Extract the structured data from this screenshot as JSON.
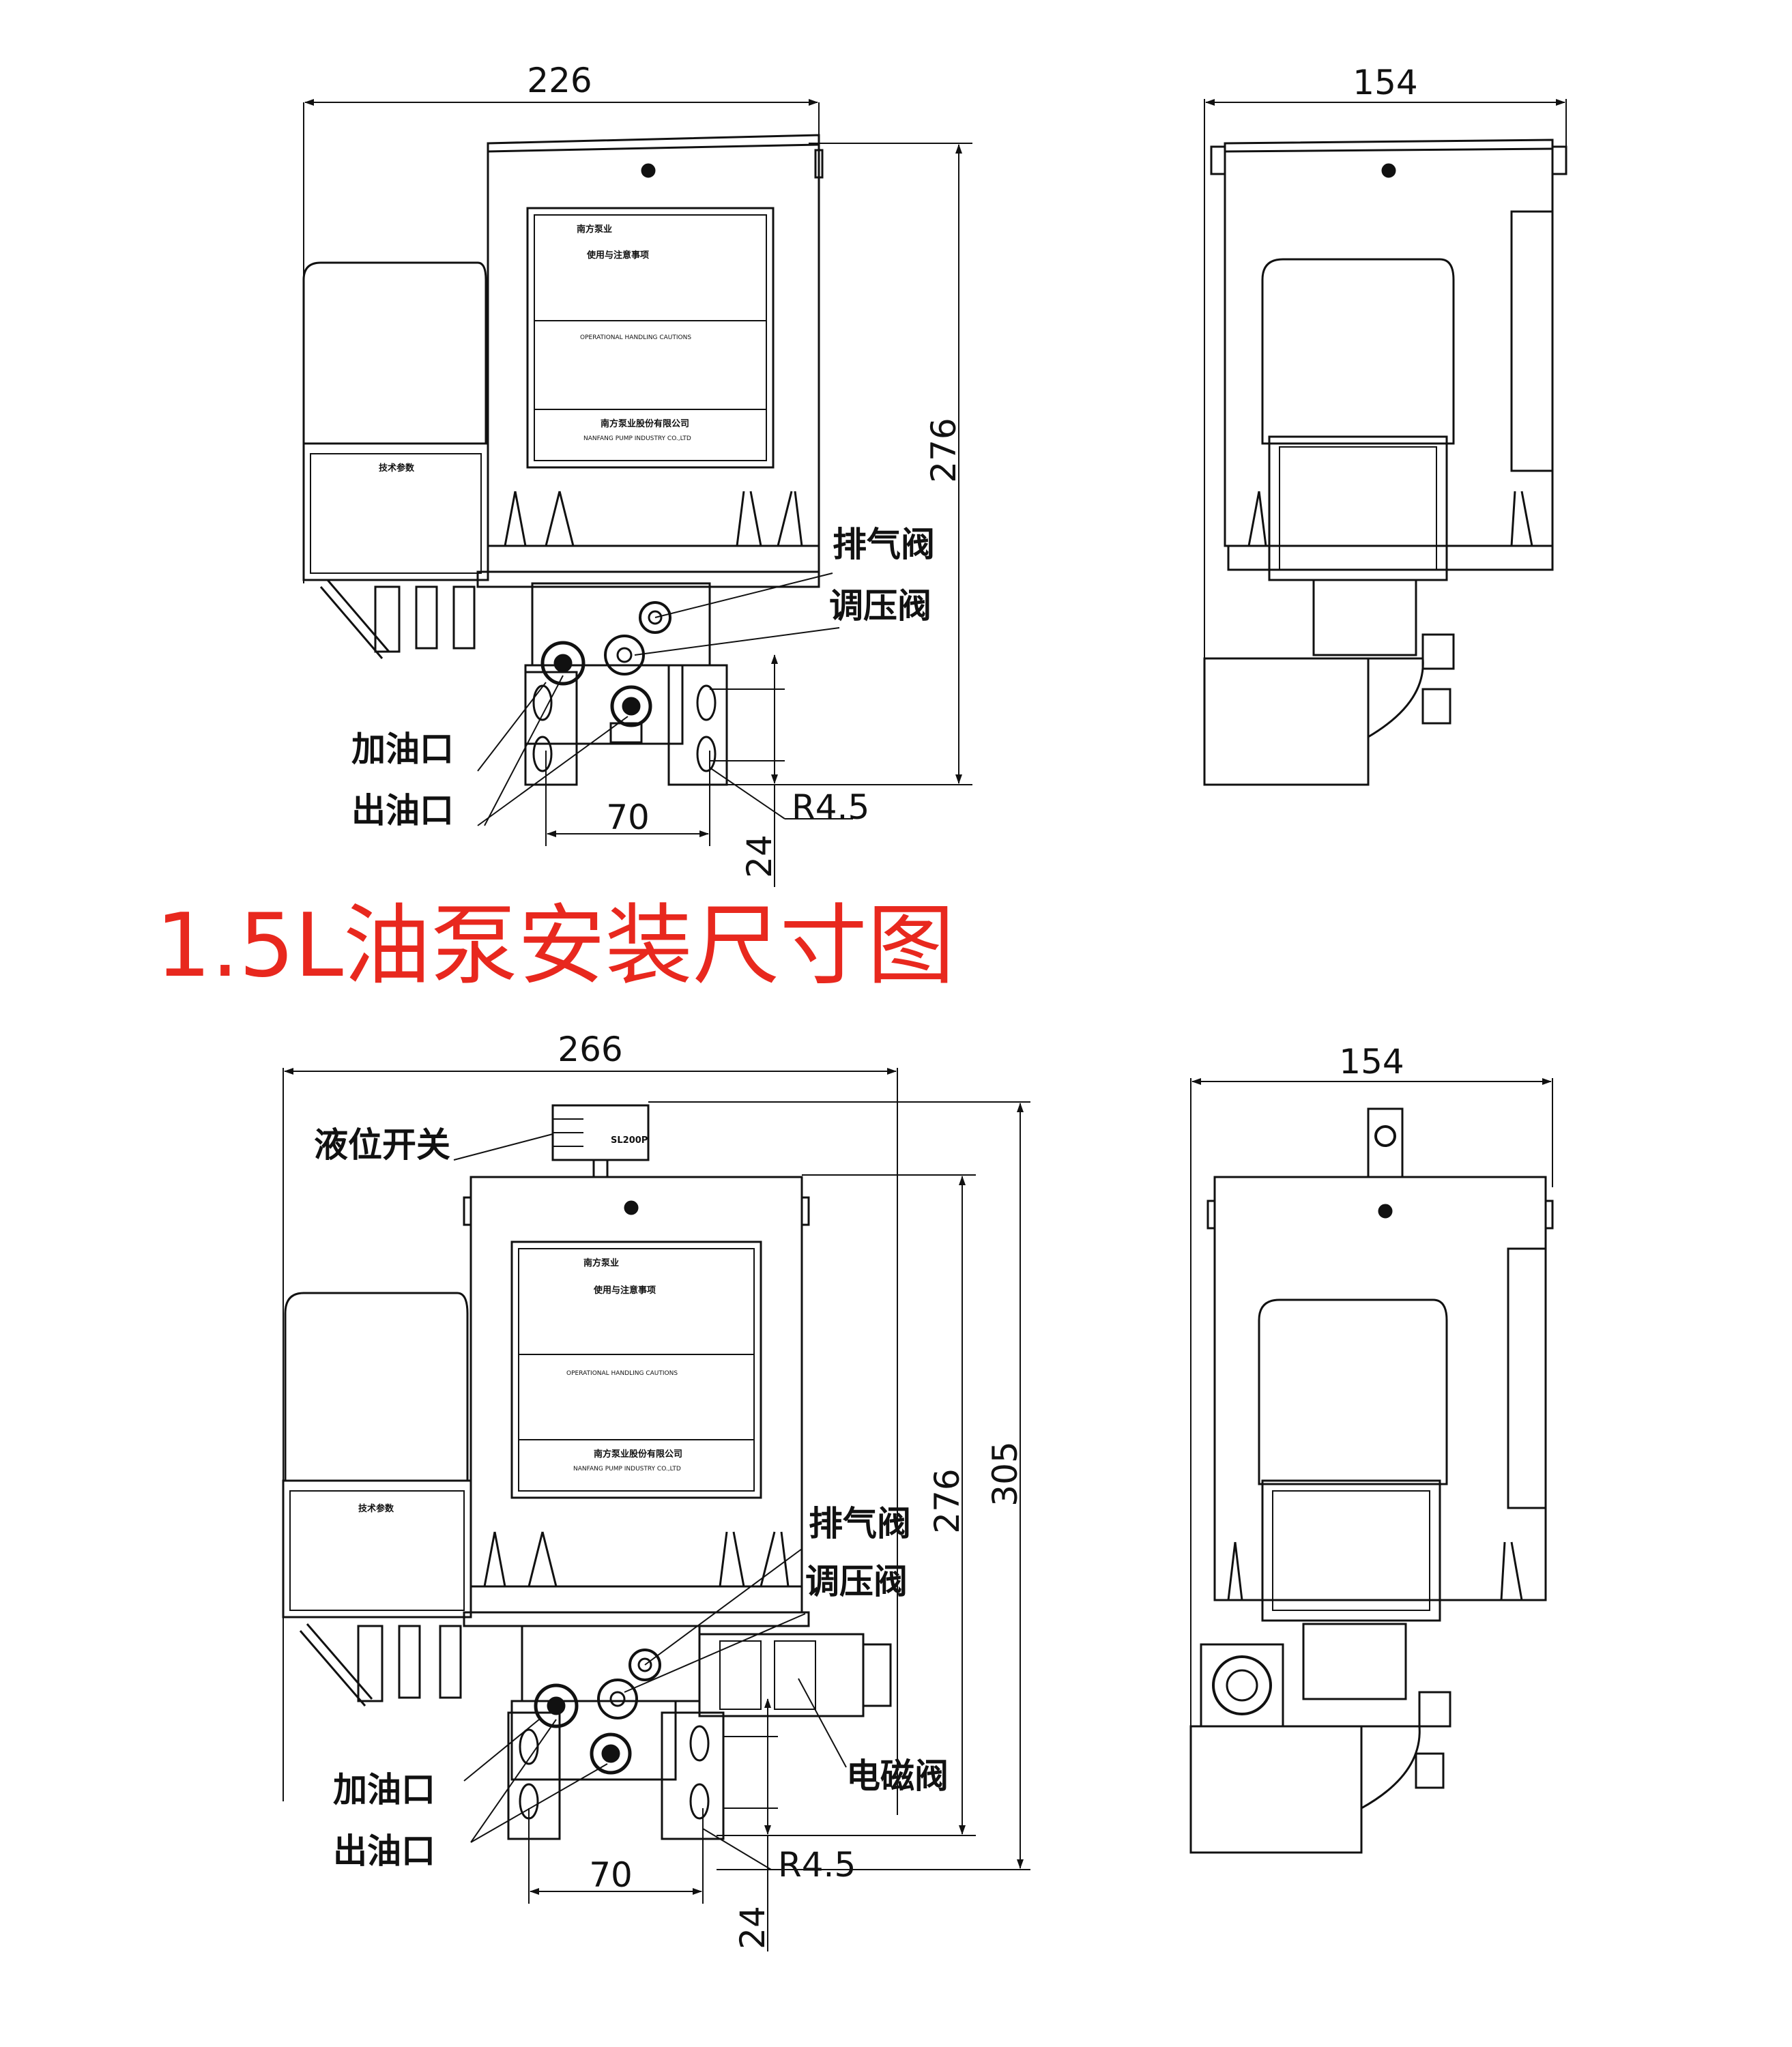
{
  "title": "1.5L油泵安装尺寸图",
  "top": {
    "front": {
      "width": "226",
      "height": "276",
      "hole_spacing": "70",
      "bottom": "24",
      "radius": "R4.5",
      "vent_valve": "排气阀",
      "pressure_valve": "调压阀",
      "fill_port": "加油口",
      "outlet_port": "出油口"
    },
    "side": {
      "width": "154"
    }
  },
  "bottom": {
    "front": {
      "width": "266",
      "height": "276",
      "total_height": "305",
      "hole_spacing": "70",
      "bottom": "24",
      "radius": "R4.5",
      "level_switch": "液位开关",
      "vent_valve": "排气阀",
      "pressure_valve": "调压阀",
      "solenoid_valve": "电磁阀",
      "fill_port": "加油口",
      "outlet_port": "出油口"
    },
    "side": {
      "width": "154"
    }
  },
  "nameplate": {
    "brand": "南方泵业",
    "notice_title": "使用与注意事项",
    "caution_title": "OPERATIONAL HANDLING CAUTIONS",
    "company_cn": "南方泵业股份有限公司",
    "company_en": "NANFANG PUMP INDUSTRY CO.,LTD"
  },
  "spec_plate": {
    "title": "技术参数"
  },
  "switch_tag": "SL200P"
}
